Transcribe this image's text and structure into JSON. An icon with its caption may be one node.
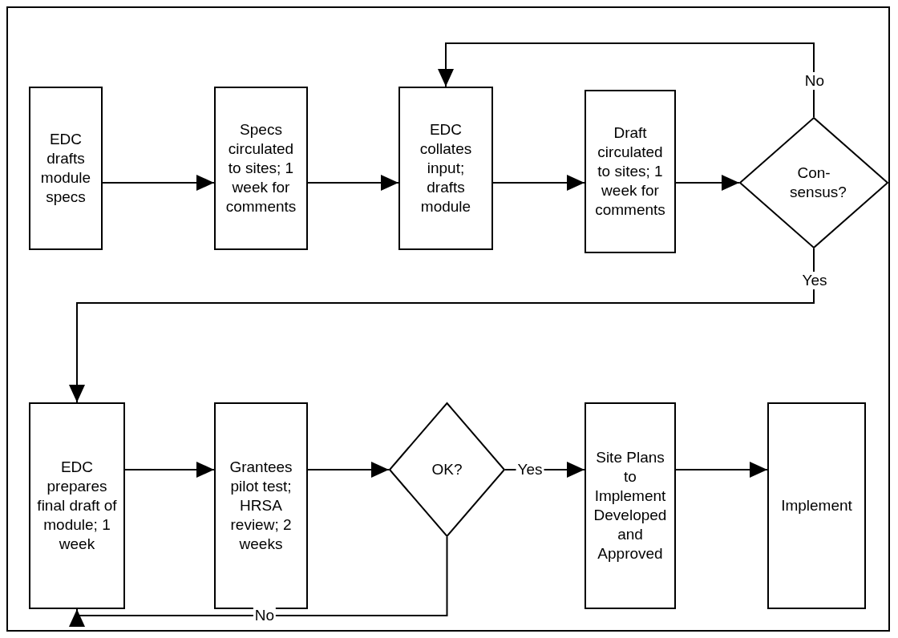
{
  "diagram": {
    "nodes": [
      {
        "text": [
          "EDC drafts module specs"
        ]
      },
      {
        "text": [
          "Specs circulated to sites; 1 week for comments"
        ]
      },
      {
        "text": [
          "EDC collates input; drafts module"
        ]
      },
      {
        "text": [
          "Draft circulated to sites; 1 week for comments"
        ]
      },
      {
        "text": [
          "Con- sensus?"
        ]
      },
      {
        "text": [
          "EDC prepares final draft of module; 1 week"
        ]
      },
      {
        "text": [
          "Grantees pilot test; HRSA review; 2 weeks"
        ]
      },
      {
        "text": [
          "OK?"
        ]
      },
      {
        "text": [
          "Site Plans to Implement Developed and Approved"
        ]
      },
      {
        "text": [
          "Implement"
        ]
      }
    ],
    "edges": [
      {
        "from": 0,
        "to": 1,
        "arrow": "to"
      },
      {
        "from": 1,
        "to": 2,
        "arrow": "to"
      },
      {
        "from": 2,
        "to": 3,
        "arrow": "to"
      },
      {
        "from": 3,
        "to": 4,
        "arrow": "to"
      },
      {
        "from": 4,
        "to": 2,
        "arrow": "to",
        "label": "No"
      },
      {
        "from": 4,
        "to": 5,
        "arrow": "to",
        "label": "Yes"
      },
      {
        "from": 5,
        "to": 6,
        "arrow": "to"
      },
      {
        "from": 6,
        "to": 7,
        "arrow": "to"
      },
      {
        "from": 7,
        "to": 8,
        "arrow": "to",
        "label": "Yes"
      },
      {
        "from": 8,
        "to": 9,
        "arrow": "to"
      },
      {
        "from": 7,
        "to": 5,
        "arrow": "to",
        "label": "No"
      }
    ]
  }
}
